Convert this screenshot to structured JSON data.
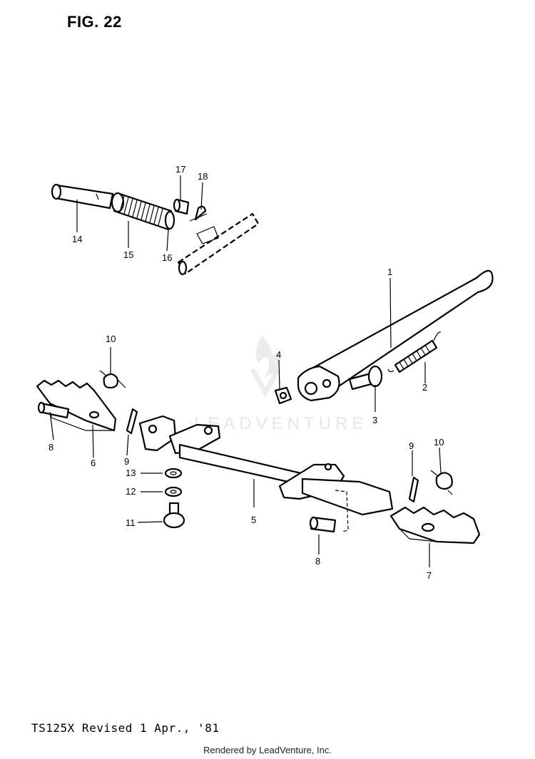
{
  "figure_title": "FIG. 22",
  "footer_note": "TS125X Revised 1 Apr., '81",
  "credit": "Rendered by LeadVenture, Inc.",
  "watermark": "LEADVENTURE",
  "callouts": {
    "c1": "1",
    "c2": "2",
    "c3": "3",
    "c4": "4",
    "c5": "5",
    "c6": "6",
    "c7": "7",
    "c8a": "8",
    "c8b": "8",
    "c9a": "9",
    "c9b": "9",
    "c10a": "10",
    "c10b": "10",
    "c11": "11",
    "c12": "12",
    "c13": "13",
    "c14": "14",
    "c15": "15",
    "c16": "16",
    "c17": "17",
    "c18": "18"
  }
}
